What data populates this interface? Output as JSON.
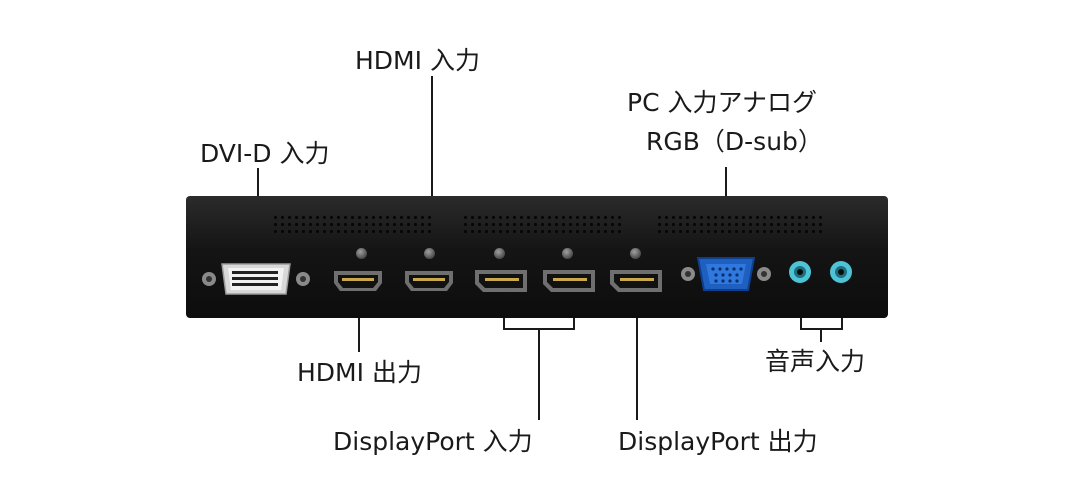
{
  "labels": {
    "hdmi_in": "HDMI 入力",
    "pc_in_line1": "PC 入力アナログ",
    "pc_in_line2": "RGB（D-sub）",
    "dvi_in": "DVI-D 入力",
    "hdmi_out": "HDMI 出力",
    "dp_in": "DisplayPort 入力",
    "dp_out": "DisplayPort 出力",
    "audio_in": "音声入力"
  },
  "colors": {
    "panel": "#141414",
    "vga_port": "#1f5fbf",
    "audio_jack": "#4fc3d6",
    "label_text": "#1a1a1a"
  },
  "icons": [
    "dvi-port-icon",
    "hdmi-port-icon",
    "displayport-icon",
    "vga-port-icon",
    "audio-jack-icon"
  ]
}
